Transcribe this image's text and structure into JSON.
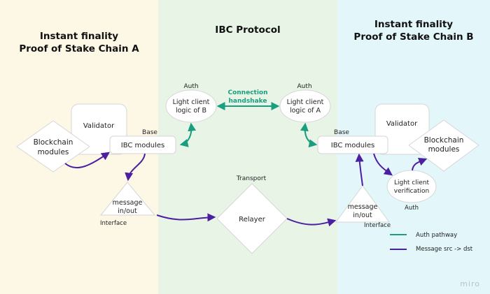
{
  "panels": {
    "chain_a": {
      "title_line1": "Instant finality",
      "title_line2": "Proof of Stake Chain A",
      "color": "#fdf7e6"
    },
    "ibc": {
      "title": "IBC Protocol",
      "color": "#e7f4e6"
    },
    "chain_b": {
      "title_line1": "Instant finality",
      "title_line2": "Proof of Stake Chain B",
      "color": "#e3f6fa"
    }
  },
  "chain_a": {
    "validator": "Validator",
    "blockchain_modules_line1": "Blockchain",
    "blockchain_modules_line2": "modules",
    "ibc_modules": "IBC modules",
    "base_label": "Base",
    "message_line1": "message",
    "message_line2": "in/out",
    "interface_label": "Interface"
  },
  "ibc": {
    "auth_left": "Auth",
    "light_client_b_line1": "Light client",
    "light_client_b_line2": "logic of B",
    "auth_right": "Auth",
    "light_client_a_line1": "Light client",
    "light_client_a_line2": "logic of A",
    "handshake_line1": "Connection",
    "handshake_line2": "handshake",
    "transport_label": "Transport",
    "relayer": "Relayer"
  },
  "chain_b": {
    "validator": "Validator",
    "blockchain_modules_line1": "Blockchain",
    "blockchain_modules_line2": "modules",
    "ibc_modules": "IBC modules",
    "base_label": "Base",
    "message_line1": "message",
    "message_line2": "in/out",
    "interface_label": "Interface",
    "verification_line1": "Light client",
    "verification_line2": "verification",
    "auth_label": "Auth"
  },
  "legend": {
    "auth": {
      "label": "Auth pathway",
      "color": "#1a9e80"
    },
    "message": {
      "label": "Message src -> dst",
      "color": "#4b1fa0"
    }
  },
  "watermark": "miro"
}
